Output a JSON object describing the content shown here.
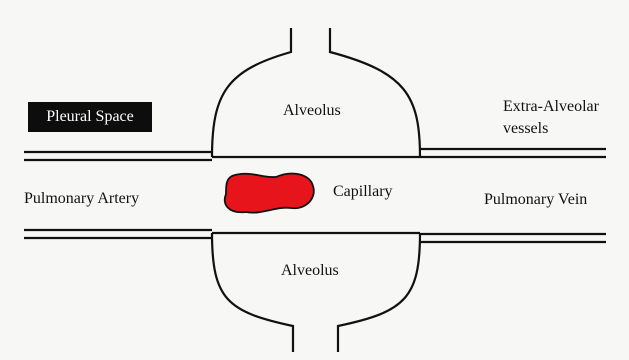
{
  "labels": {
    "pleural_space": "Pleural Space",
    "alveolus_top": "Alveolus",
    "alveolus_bottom": "Alveolus",
    "capillary": "Capillary",
    "pulmonary_artery": "Pulmonary Artery",
    "pulmonary_vein": "Pulmonary Vein",
    "extra_alveolar_line1": "Extra-Alveolar",
    "extra_alveolar_line2": "vessels"
  },
  "colors": {
    "background": "#f7f7f5",
    "stroke": "#111111",
    "capillary_fill": "#e8141c",
    "pleural_box": "#0d0d0d",
    "pleural_text": "#ffffff"
  }
}
